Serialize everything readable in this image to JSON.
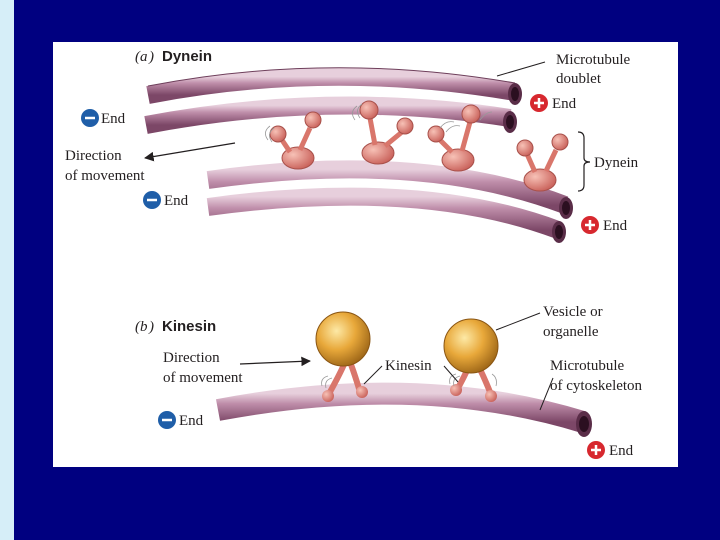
{
  "panel_a": {
    "letter": "a",
    "title": "Dynein",
    "labels": {
      "microtubule_line1": "Microtubule",
      "microtubule_line2": "doublet",
      "plus_end_top": "End",
      "minus_end_top": "End",
      "direction_line1": "Direction",
      "direction_line2": "of movement",
      "minus_end_bottom": "End",
      "dynein_bracket": "Dynein",
      "plus_end_bottom": "End"
    }
  },
  "panel_b": {
    "letter": "b",
    "title": "Kinesin",
    "labels": {
      "vesicle_line1": "Vesicle or",
      "vesicle_line2": "organelle",
      "direction_line1": "Direction",
      "direction_line2": "of movement",
      "kinesin": "Kinesin",
      "microtubule_line1": "Microtubule",
      "microtubule_line2": "of cytoskeleton",
      "minus_end": "End",
      "plus_end": "End"
    }
  },
  "colors": {
    "background": "#000080",
    "strip": "#d6eef8",
    "panel": "#ffffff",
    "tubule": "#b27f9c",
    "tubule_dark": "#6e3f5b",
    "motor": "#e78c80",
    "vesicle": "#e8a83a",
    "minus_badge": "#1f5ea8",
    "plus_badge": "#d7282f"
  },
  "icons": [
    "minus-end-icon",
    "plus-end-icon"
  ]
}
